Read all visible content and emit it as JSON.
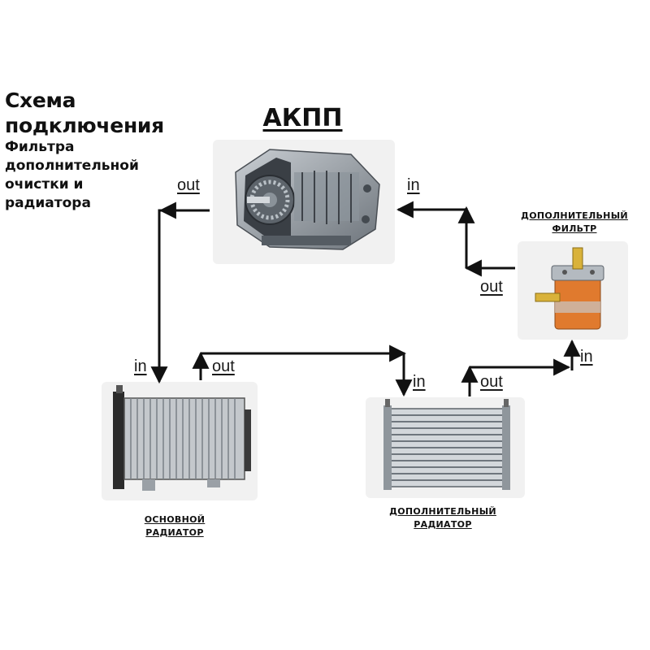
{
  "title": {
    "main_line1": "Схема",
    "main_line2": "подключения",
    "sub_line1": "Фильтра",
    "sub_line2": "дополнительной",
    "sub_line3": "очистки и",
    "sub_line4": "радиатора"
  },
  "nodes": {
    "transmission": {
      "label": "АКПП",
      "port_out": "out",
      "port_in": "in"
    },
    "main_radiator": {
      "caption_line1": "ОСНОВНОЙ",
      "caption_line2": "РАДИАТОР",
      "port_in": "in",
      "port_out": "out"
    },
    "extra_radiator": {
      "caption_line1": "ДОПОЛНИТЕЛЬНЫЙ",
      "caption_line2": "РАДИАТОР",
      "port_in": "in",
      "port_out": "out"
    },
    "extra_filter": {
      "caption_line1": "ДОПОЛНИТЕЛЬНЫЙ",
      "caption_line2": "ФИЛЬТР",
      "port_in": "in",
      "port_out": "out"
    }
  },
  "edges": [
    {
      "from": "transmission",
      "to": "main_radiator"
    },
    {
      "from": "main_radiator",
      "to": "extra_radiator"
    },
    {
      "from": "extra_radiator",
      "to": "extra_filter"
    },
    {
      "from": "extra_filter",
      "to": "transmission"
    }
  ],
  "colors": {
    "line": "#111111",
    "card_bg": "#f1f1f1",
    "filter_accent": "#e07a2e",
    "metal": "#9aa3ab"
  }
}
